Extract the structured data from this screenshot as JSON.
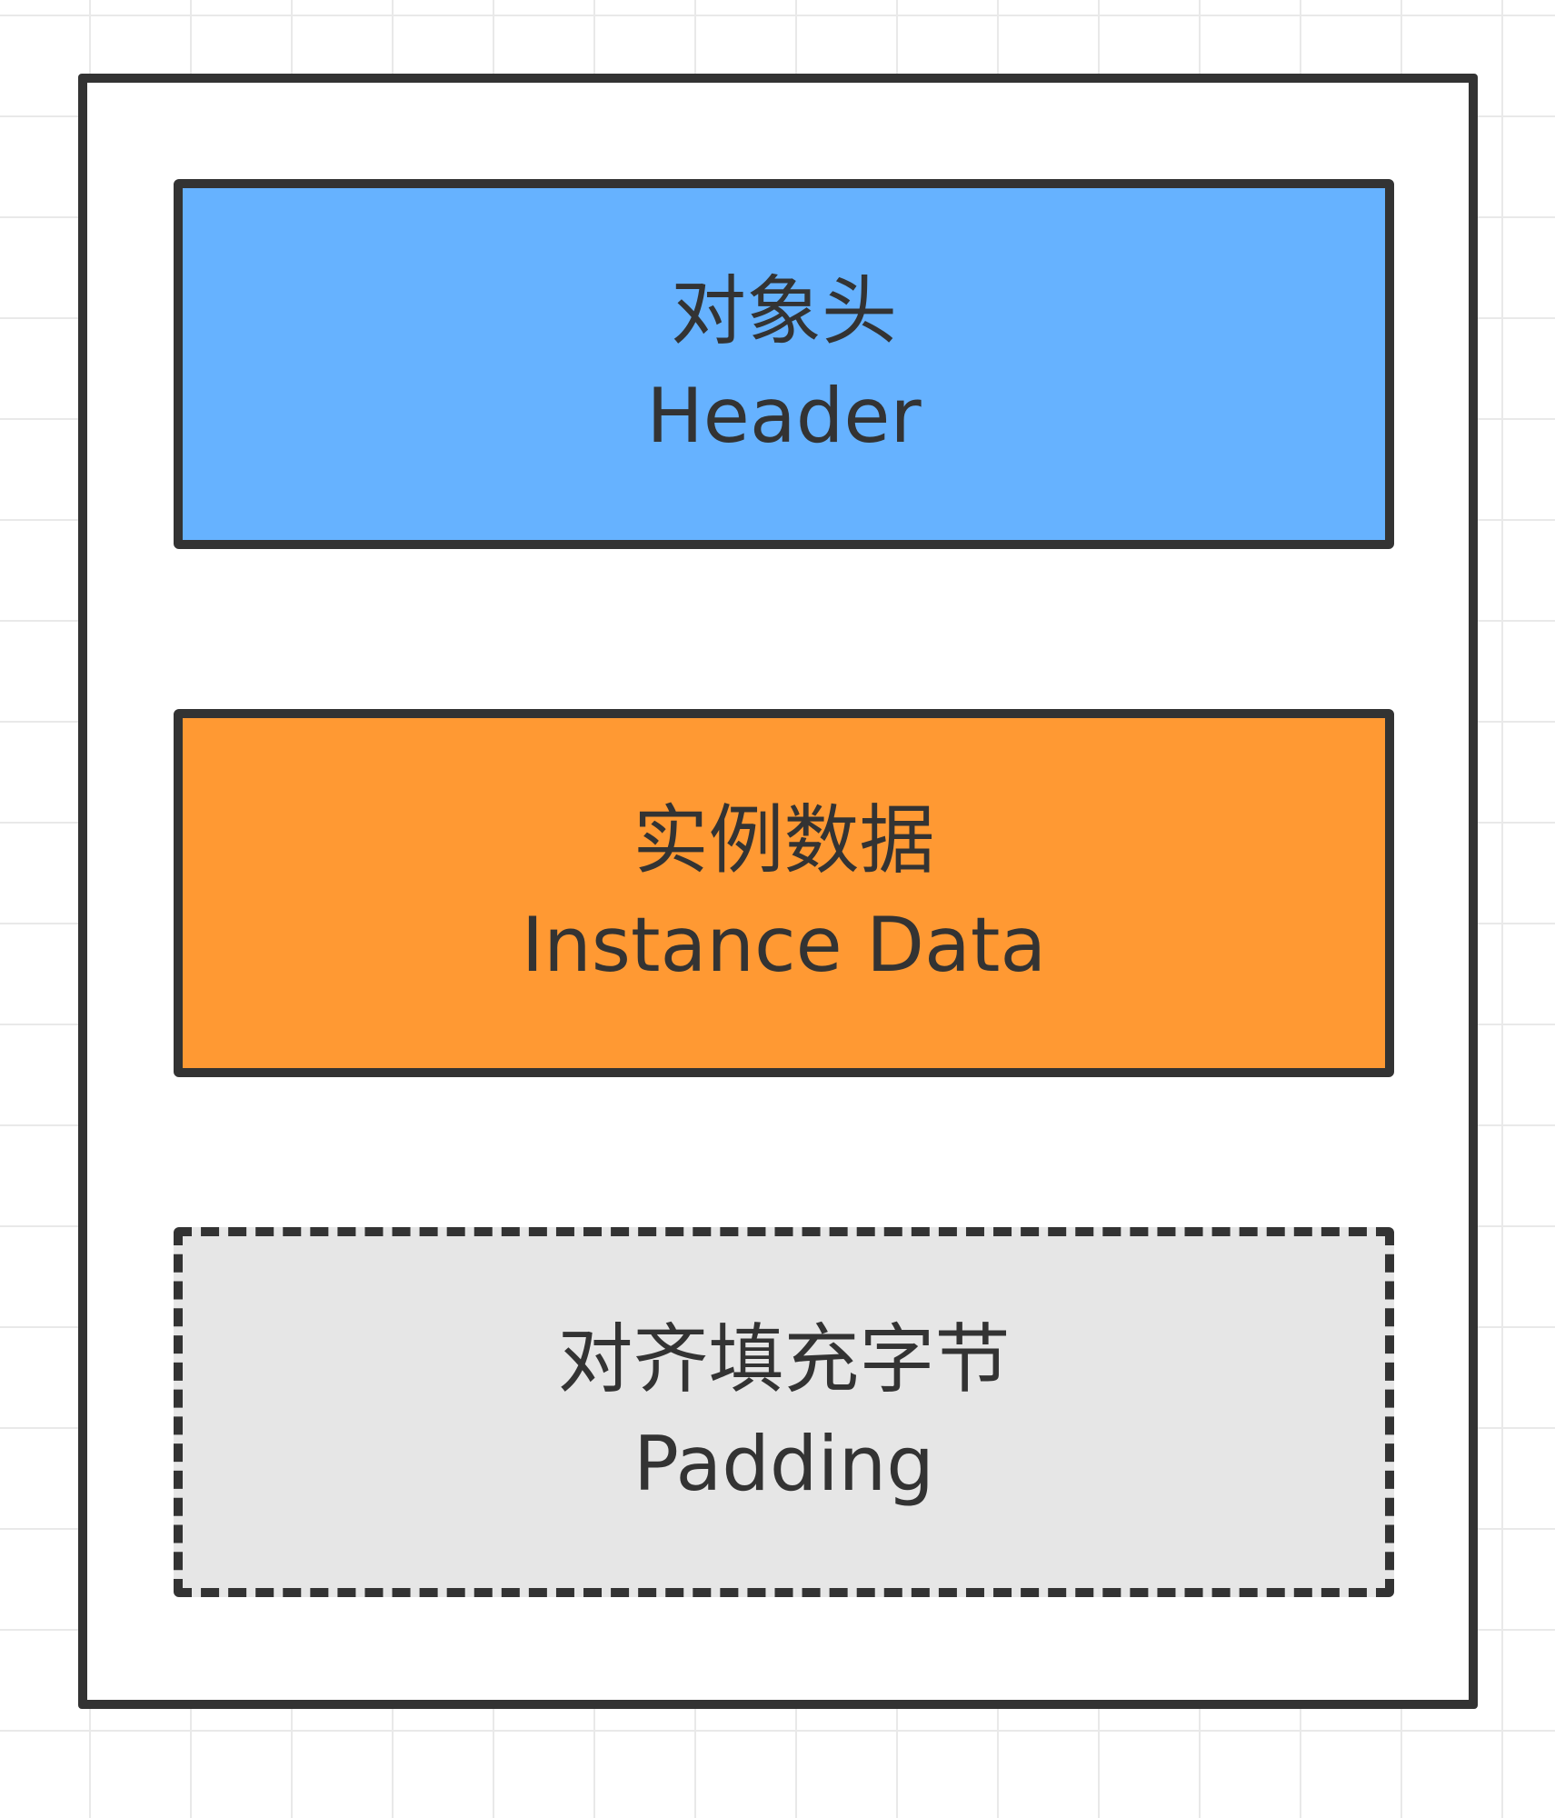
{
  "diagram": {
    "blocks": [
      {
        "id": "header",
        "label_zh": "对象头",
        "label_en": "Header",
        "fill": "#66b2ff",
        "border_style": "solid"
      },
      {
        "id": "instance-data",
        "label_zh": "实例数据",
        "label_en": "Instance Data",
        "fill": "#ff9933",
        "border_style": "solid"
      },
      {
        "id": "padding",
        "label_zh": "对齐填充字节",
        "label_en": "Padding",
        "fill": "#e6e6e6",
        "border_style": "dashed"
      }
    ],
    "frame_color": "#333333",
    "text_color": "#333333"
  }
}
